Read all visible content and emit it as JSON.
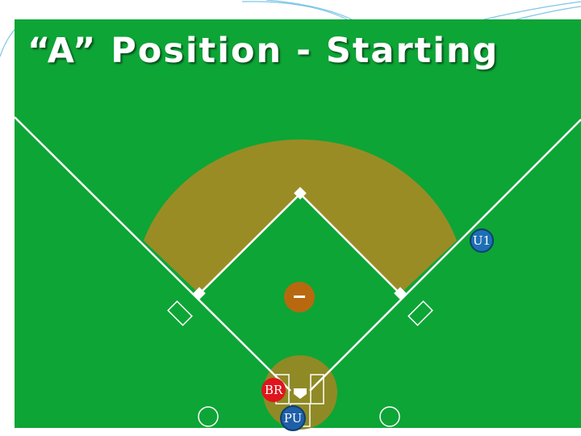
{
  "slide": {
    "title": "“A” Position - Starting"
  },
  "markers": {
    "u1": {
      "label": "U1",
      "color": "#1f6fb5"
    },
    "br": {
      "label": "BR",
      "color": "#e0141c"
    },
    "pu": {
      "label": "PU",
      "color": "#1f5fa8"
    }
  },
  "colors": {
    "grass": "#0da536",
    "infield_dirt": "#9a8c25",
    "lines": "#ffffff",
    "pitchers_mound": "#b8690f"
  }
}
